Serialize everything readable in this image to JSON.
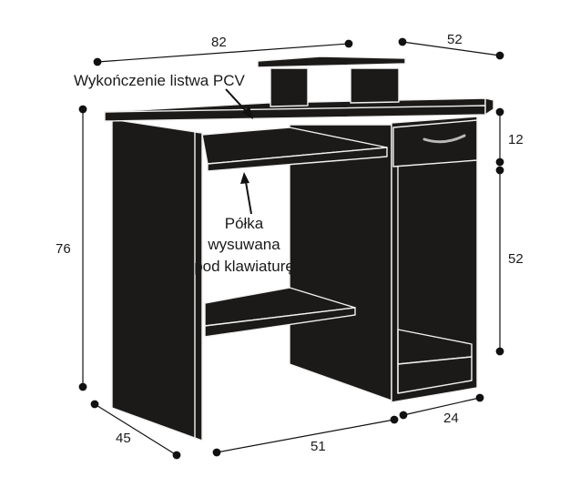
{
  "dimensions": {
    "width_top": "82",
    "depth_top": "52",
    "height_total": "76",
    "height_drawer": "12",
    "height_cabinet": "52",
    "depth_base": "45",
    "width_base": "51",
    "width_cabinet": "24"
  },
  "callouts": {
    "edge_trim": "Wykończenie listwa PCV",
    "keyboard_shelf": [
      "Półka",
      "wysuwana",
      "pod klawiaturę"
    ]
  },
  "colors": {
    "panel": "#1c1a18",
    "panel_edge": "#f2f2f2",
    "dimension_line": "#111111",
    "handle": "#b9b9b9"
  }
}
